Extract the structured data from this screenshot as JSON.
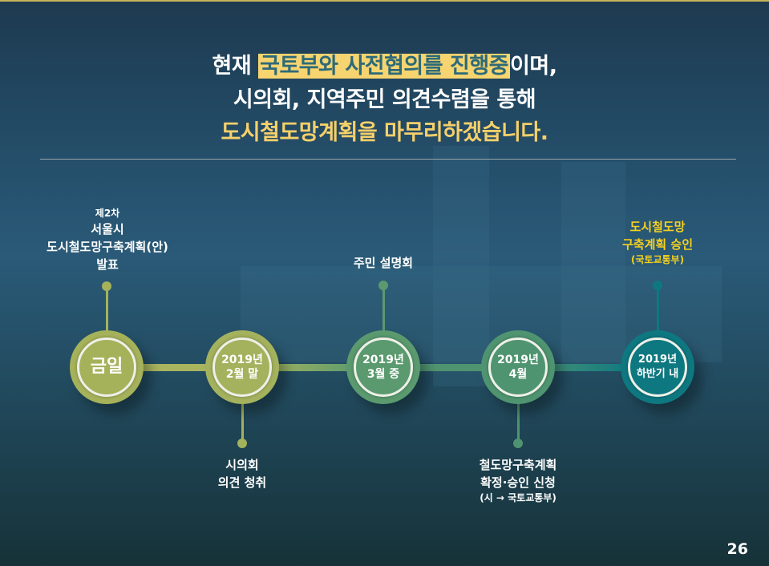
{
  "title": {
    "line1_pre": "현재 ",
    "line1_hl": "국토부와 사전협의를 진행중",
    "line1_post": "이며,",
    "line2": "시의회, 지역주민 의견수렴을 통해",
    "line3": "도시철도망계획을 마무리하겠습니다."
  },
  "milestones": [
    {
      "node": "금일",
      "label": [
        "제2차",
        "서울시",
        "도시철도망구축계획(안)",
        "발표"
      ],
      "color": "#a6b25a"
    },
    {
      "node": [
        "2019년",
        "2월 말"
      ],
      "label": [
        "시의회",
        "의견 청취"
      ],
      "color": "#a4b25e"
    },
    {
      "node": [
        "2019년",
        "3월 중"
      ],
      "label": [
        "주민 설명회"
      ],
      "color": "#5a9a6e"
    },
    {
      "node": [
        "2019년",
        "4월"
      ],
      "label": [
        "철도망구축계획",
        "확정·승인 신청",
        "(시 → 국토교통부)"
      ],
      "color": "#4f9470"
    },
    {
      "node": [
        "2019년",
        "하반기 내"
      ],
      "label": [
        "도시철도망",
        "구축계획 승인",
        "(국토교통부)"
      ],
      "color": "#0e7880"
    }
  ],
  "page_number": "26",
  "colors": {
    "highlight": "#f6d470",
    "accent_yellow": "#f6d06a"
  }
}
